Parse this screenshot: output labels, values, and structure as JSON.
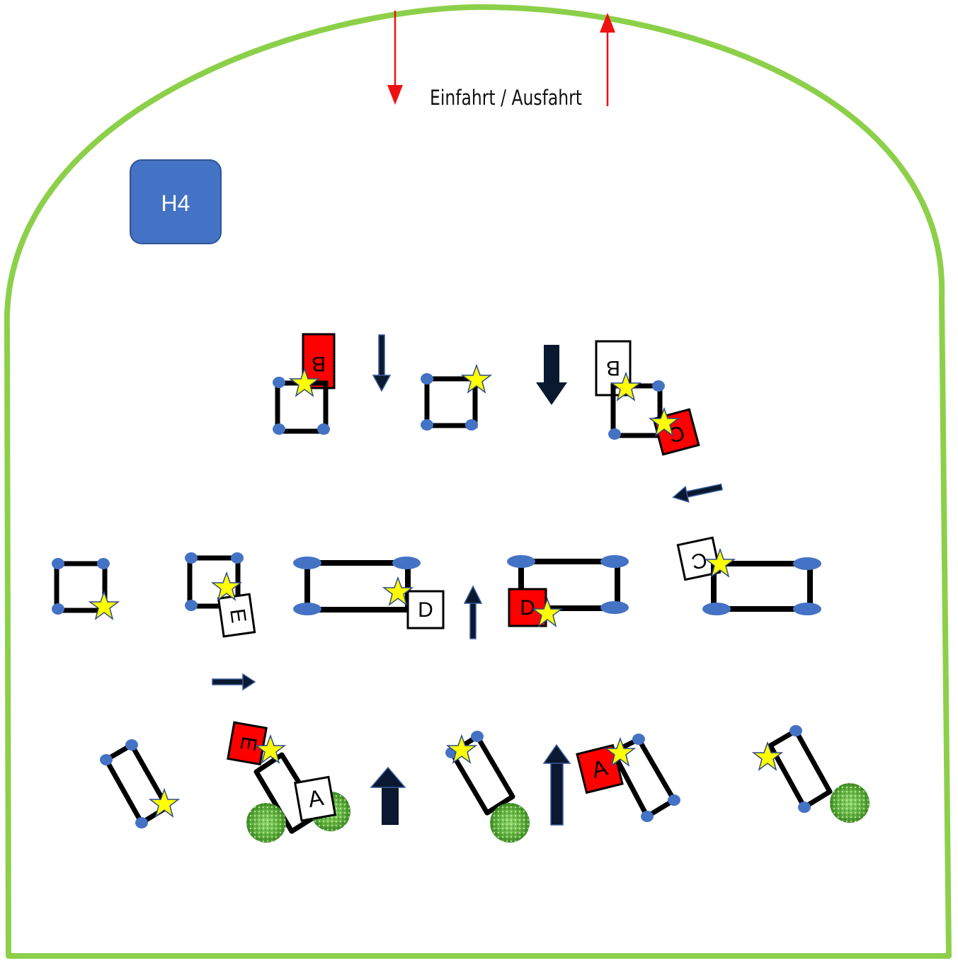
{
  "entry_label": "Einfahrt / Ausfahrt",
  "hindernis_label": "H4",
  "colors": {
    "arena_border": "#8cd04a",
    "entry_arrows": "#ee1111",
    "hindernis_box": "#4472c4",
    "cone": "#4472c4",
    "star": "#ffff00",
    "marker_red": "#ff0000",
    "marker_white": "#ffffff",
    "bush": "#6cc04a"
  },
  "markers": {
    "b_red": "B",
    "b_white": "B",
    "c_red": "C",
    "c_white": "C",
    "d_white": "D",
    "d_red": "D",
    "e_white": "E",
    "e_red": "E",
    "a_white": "A",
    "a_red": "A"
  }
}
